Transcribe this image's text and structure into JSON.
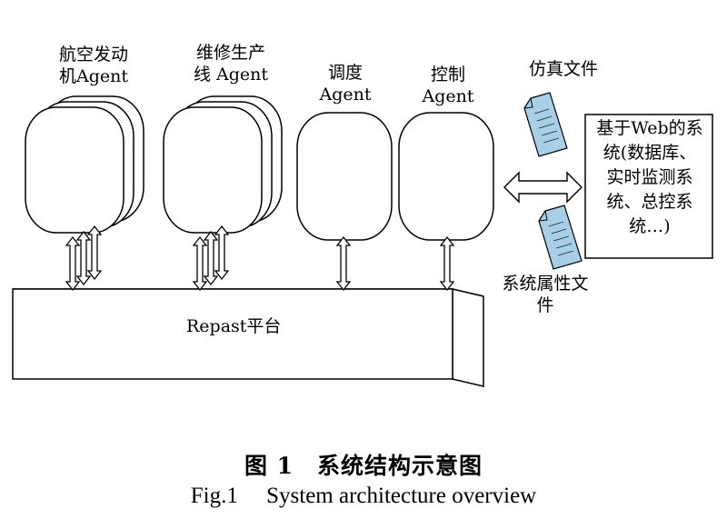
{
  "agents": [
    {
      "id": "engine",
      "label_lines": [
        "航空发动",
        "机Agent"
      ],
      "stacked": true
    },
    {
      "id": "maintenance",
      "label_lines": [
        "维修生产",
        "线 Agent"
      ],
      "stacked": true
    },
    {
      "id": "scheduling",
      "label_lines": [
        "调度",
        "Agent"
      ],
      "stacked": false
    },
    {
      "id": "control",
      "label_lines": [
        "控制",
        "Agent"
      ],
      "stacked": false
    }
  ],
  "platform": {
    "label": "Repast平台"
  },
  "files": {
    "simulation": "仿真文件",
    "attribute_lines": [
      "系统属性文",
      "件"
    ]
  },
  "web_system": {
    "lines": [
      "基于Web的系",
      "统(数据库、",
      "实时监测系",
      "统、总控系",
      "统…)"
    ]
  },
  "caption": {
    "cn": "图 1　系统结构示意图",
    "en": "Fig.1     System architecture overview"
  }
}
